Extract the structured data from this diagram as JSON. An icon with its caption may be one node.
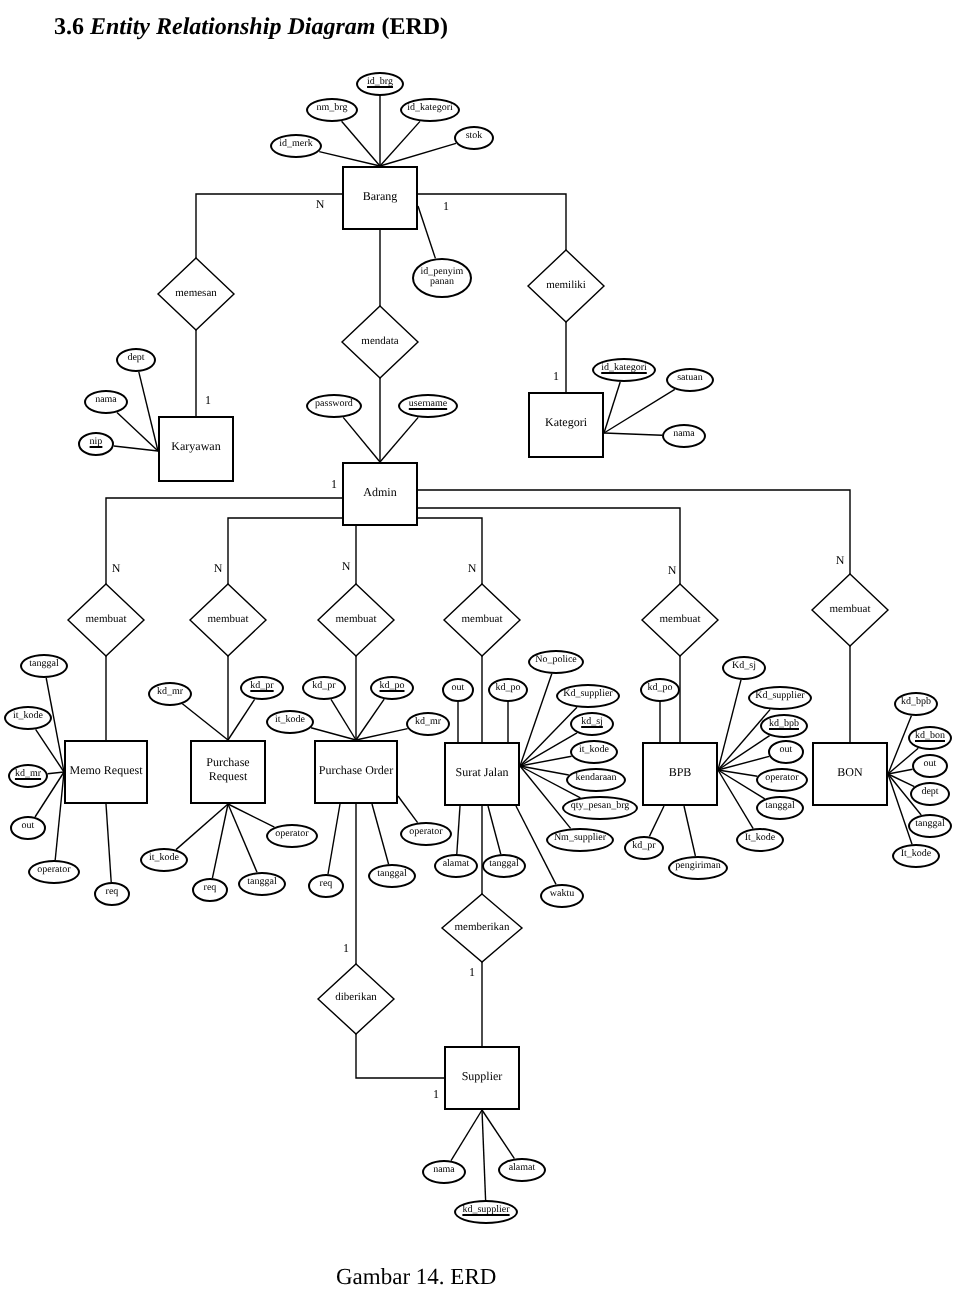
{
  "diagram": {
    "title": "3.6 *Entity Relationship Diagram* (ERD)",
    "caption": "Gambar 14. ERD",
    "nodes": [
      {
        "text": [
          "Barang"
        ]
      },
      {
        "text": [
          "id_brg"
        ]
      },
      {
        "text": [
          "nm_brg"
        ]
      },
      {
        "text": [
          "id_kategori"
        ]
      },
      {
        "text": [
          "id_merk"
        ]
      },
      {
        "text": [
          "stok"
        ]
      },
      {
        "text": [
          "id_penyimpanan"
        ]
      },
      {
        "text": [
          "memesan"
        ]
      },
      {
        "text": [
          "mendata"
        ]
      },
      {
        "text": [
          "memiliki"
        ]
      },
      {
        "text": [
          "Karyawan"
        ]
      },
      {
        "text": [
          "dept"
        ]
      },
      {
        "text": [
          "nama"
        ]
      },
      {
        "text": [
          "nip"
        ]
      },
      {
        "text": [
          "password"
        ]
      },
      {
        "text": [
          "username"
        ]
      },
      {
        "text": [
          "Admin"
        ]
      },
      {
        "text": [
          "Kategori"
        ]
      },
      {
        "text": [
          "id_kategori"
        ]
      },
      {
        "text": [
          "satuan"
        ]
      },
      {
        "text": [
          "nama"
        ]
      },
      {
        "text": [
          "membuat"
        ]
      },
      {
        "text": [
          "membuat"
        ]
      },
      {
        "text": [
          "membuat"
        ]
      },
      {
        "text": [
          "membuat"
        ]
      },
      {
        "text": [
          "membuat"
        ]
      },
      {
        "text": [
          "membuat"
        ]
      },
      {
        "text": [
          "Memo Request"
        ]
      },
      {
        "text": [
          "tanggal"
        ]
      },
      {
        "text": [
          "it_kode"
        ]
      },
      {
        "text": [
          "kd_mr"
        ]
      },
      {
        "text": [
          "out"
        ]
      },
      {
        "text": [
          "operator"
        ]
      },
      {
        "text": [
          "req"
        ]
      },
      {
        "text": [
          "Purchase Request"
        ]
      },
      {
        "text": [
          "kd_mr"
        ]
      },
      {
        "text": [
          "kd_pr"
        ]
      },
      {
        "text": [
          "it_kode"
        ]
      },
      {
        "text": [
          "req"
        ]
      },
      {
        "text": [
          "tanggal"
        ]
      },
      {
        "text": [
          "operator"
        ]
      },
      {
        "text": [
          "Purchase Order"
        ]
      },
      {
        "text": [
          "kd_pr"
        ]
      },
      {
        "text": [
          "kd_po"
        ]
      },
      {
        "text": [
          "kd_mr"
        ]
      },
      {
        "text": [
          "it_kode"
        ]
      },
      {
        "text": [
          "req"
        ]
      },
      {
        "text": [
          "tanggal"
        ]
      },
      {
        "text": [
          "operator"
        ]
      },
      {
        "text": [
          "Surat Jalan"
        ]
      },
      {
        "text": [
          "out"
        ]
      },
      {
        "text": [
          "kd_po"
        ]
      },
      {
        "text": [
          "No_police"
        ]
      },
      {
        "text": [
          "Kd_supplier"
        ]
      },
      {
        "text": [
          "kd_sj"
        ]
      },
      {
        "text": [
          "it_kode"
        ]
      },
      {
        "text": [
          "kendaraan"
        ]
      },
      {
        "text": [
          "qty_pesan_brg"
        ]
      },
      {
        "text": [
          "Nm_supplier"
        ]
      },
      {
        "text": [
          "alamat"
        ]
      },
      {
        "text": [
          "tanggal"
        ]
      },
      {
        "text": [
          "waktu"
        ]
      },
      {
        "text": [
          "BPB"
        ]
      },
      {
        "text": [
          "kd_po"
        ]
      },
      {
        "text": [
          "Kd_sj"
        ]
      },
      {
        "text": [
          "Kd_supplier"
        ]
      },
      {
        "text": [
          "kd_bpb"
        ]
      },
      {
        "text": [
          "out"
        ]
      },
      {
        "text": [
          "operator"
        ]
      },
      {
        "text": [
          "tanggal"
        ]
      },
      {
        "text": [
          "It_kode"
        ]
      },
      {
        "text": [
          "kd_pr"
        ]
      },
      {
        "text": [
          "pengiriman"
        ]
      },
      {
        "text": [
          "BON"
        ]
      },
      {
        "text": [
          "kd_bpb"
        ]
      },
      {
        "text": [
          "kd_bon"
        ]
      },
      {
        "text": [
          "out"
        ]
      },
      {
        "text": [
          "dept"
        ]
      },
      {
        "text": [
          "tanggal"
        ]
      },
      {
        "text": [
          "It_kode"
        ]
      },
      {
        "text": [
          "memberikan"
        ]
      },
      {
        "text": [
          "diberikan"
        ]
      },
      {
        "text": [
          "Supplier"
        ]
      },
      {
        "text": [
          "nama"
        ]
      },
      {
        "text": [
          "alamat"
        ]
      },
      {
        "text": [
          "kd_supplier"
        ]
      }
    ],
    "edges": [
      {
        "from": 0,
        "to": 7,
        "arrow": "none"
      },
      {
        "from": 7,
        "to": 10,
        "arrow": "none"
      },
      {
        "from": 0,
        "to": 8,
        "arrow": "none"
      },
      {
        "from": 8,
        "to": 16,
        "arrow": "none"
      },
      {
        "from": 0,
        "to": 9,
        "arrow": "none"
      },
      {
        "from": 9,
        "to": 17,
        "arrow": "none"
      },
      {
        "from": 16,
        "to": 21,
        "arrow": "none"
      },
      {
        "from": 16,
        "to": 22,
        "arrow": "none"
      },
      {
        "from": 16,
        "to": 23,
        "arrow": "none"
      },
      {
        "from": 16,
        "to": 24,
        "arrow": "none"
      },
      {
        "from": 16,
        "to": 25,
        "arrow": "none"
      },
      {
        "from": 16,
        "to": 26,
        "arrow": "none"
      },
      {
        "from": 21,
        "to": 27,
        "arrow": "none"
      },
      {
        "from": 22,
        "to": 34,
        "arrow": "none"
      },
      {
        "from": 23,
        "to": 41,
        "arrow": "none"
      },
      {
        "from": 24,
        "to": 49,
        "arrow": "none"
      },
      {
        "from": 25,
        "to": 62,
        "arrow": "none"
      },
      {
        "from": 26,
        "to": 73,
        "arrow": "none"
      },
      {
        "from": 49,
        "to": 80,
        "arrow": "none"
      },
      {
        "from": 80,
        "to": 82,
        "arrow": "none"
      },
      {
        "from": 41,
        "to": 81,
        "arrow": "none"
      },
      {
        "from": 81,
        "to": 82,
        "arrow": "none"
      },
      {
        "from": 1,
        "to": 0,
        "arrow": "none"
      },
      {
        "from": 2,
        "to": 0,
        "arrow": "none"
      },
      {
        "from": 3,
        "to": 0,
        "arrow": "none"
      },
      {
        "from": 4,
        "to": 0,
        "arrow": "none"
      },
      {
        "from": 5,
        "to": 0,
        "arrow": "none"
      },
      {
        "from": 6,
        "to": 0,
        "arrow": "none"
      },
      {
        "from": 11,
        "to": 10,
        "arrow": "none"
      },
      {
        "from": 12,
        "to": 10,
        "arrow": "none"
      },
      {
        "from": 13,
        "to": 10,
        "arrow": "none"
      },
      {
        "from": 14,
        "to": 16,
        "arrow": "none"
      },
      {
        "from": 15,
        "to": 16,
        "arrow": "none"
      },
      {
        "from": 18,
        "to": 17,
        "arrow": "none"
      },
      {
        "from": 19,
        "to": 17,
        "arrow": "none"
      },
      {
        "from": 20,
        "to": 17,
        "arrow": "none"
      },
      {
        "from": 28,
        "to": 27,
        "arrow": "none"
      },
      {
        "from": 29,
        "to": 27,
        "arrow": "none"
      },
      {
        "from": 30,
        "to": 27,
        "arrow": "none"
      },
      {
        "from": 31,
        "to": 27,
        "arrow": "none"
      },
      {
        "from": 32,
        "to": 27,
        "arrow": "none"
      },
      {
        "from": 33,
        "to": 27,
        "arrow": "none"
      },
      {
        "from": 35,
        "to": 34,
        "arrow": "none"
      },
      {
        "from": 36,
        "to": 34,
        "arrow": "none"
      },
      {
        "from": 37,
        "to": 34,
        "arrow": "none"
      },
      {
        "from": 38,
        "to": 34,
        "arrow": "none"
      },
      {
        "from": 39,
        "to": 34,
        "arrow": "none"
      },
      {
        "from": 40,
        "to": 34,
        "arrow": "none"
      },
      {
        "from": 42,
        "to": 41,
        "arrow": "none"
      },
      {
        "from": 43,
        "to": 41,
        "arrow": "none"
      },
      {
        "from": 44,
        "to": 41,
        "arrow": "none"
      },
      {
        "from": 45,
        "to": 41,
        "arrow": "none"
      },
      {
        "from": 46,
        "to": 41,
        "arrow": "none"
      },
      {
        "from": 47,
        "to": 41,
        "arrow": "none"
      },
      {
        "from": 48,
        "to": 41,
        "arrow": "none"
      },
      {
        "from": 50,
        "to": 49,
        "arrow": "none"
      },
      {
        "from": 51,
        "to": 49,
        "arrow": "none"
      },
      {
        "from": 52,
        "to": 49,
        "arrow": "none"
      },
      {
        "from": 53,
        "to": 49,
        "arrow": "none"
      },
      {
        "from": 54,
        "to": 49,
        "arrow": "none"
      },
      {
        "from": 55,
        "to": 49,
        "arrow": "none"
      },
      {
        "from": 56,
        "to": 49,
        "arrow": "none"
      },
      {
        "from": 57,
        "to": 49,
        "arrow": "none"
      },
      {
        "from": 58,
        "to": 49,
        "arrow": "none"
      },
      {
        "from": 59,
        "to": 49,
        "arrow": "none"
      },
      {
        "from": 60,
        "to": 49,
        "arrow": "none"
      },
      {
        "from": 61,
        "to": 49,
        "arrow": "none"
      },
      {
        "from": 63,
        "to": 62,
        "arrow": "none"
      },
      {
        "from": 64,
        "to": 62,
        "arrow": "none"
      },
      {
        "from": 65,
        "to": 62,
        "arrow": "none"
      },
      {
        "from": 66,
        "to": 62,
        "arrow": "none"
      },
      {
        "from": 67,
        "to": 62,
        "arrow": "none"
      },
      {
        "from": 68,
        "to": 62,
        "arrow": "none"
      },
      {
        "from": 69,
        "to": 62,
        "arrow": "none"
      },
      {
        "from": 70,
        "to": 62,
        "arrow": "none"
      },
      {
        "from": 71,
        "to": 62,
        "arrow": "none"
      },
      {
        "from": 72,
        "to": 62,
        "arrow": "none"
      },
      {
        "from": 74,
        "to": 73,
        "arrow": "none"
      },
      {
        "from": 75,
        "to": 73,
        "arrow": "none"
      },
      {
        "from": 76,
        "to": 73,
        "arrow": "none"
      },
      {
        "from": 77,
        "to": 73,
        "arrow": "none"
      },
      {
        "from": 78,
        "to": 73,
        "arrow": "none"
      },
      {
        "from": 79,
        "to": 73,
        "arrow": "none"
      },
      {
        "from": 83,
        "to": 82,
        "arrow": "none"
      },
      {
        "from": 84,
        "to": 82,
        "arrow": "none"
      },
      {
        "from": 85,
        "to": 82,
        "arrow": "none"
      }
    ],
    "labels": [
      "N",
      "1",
      "1",
      "1",
      "1",
      "N",
      "N",
      "N",
      "N",
      "N",
      "N",
      "1",
      "1",
      "1"
    ]
  }
}
